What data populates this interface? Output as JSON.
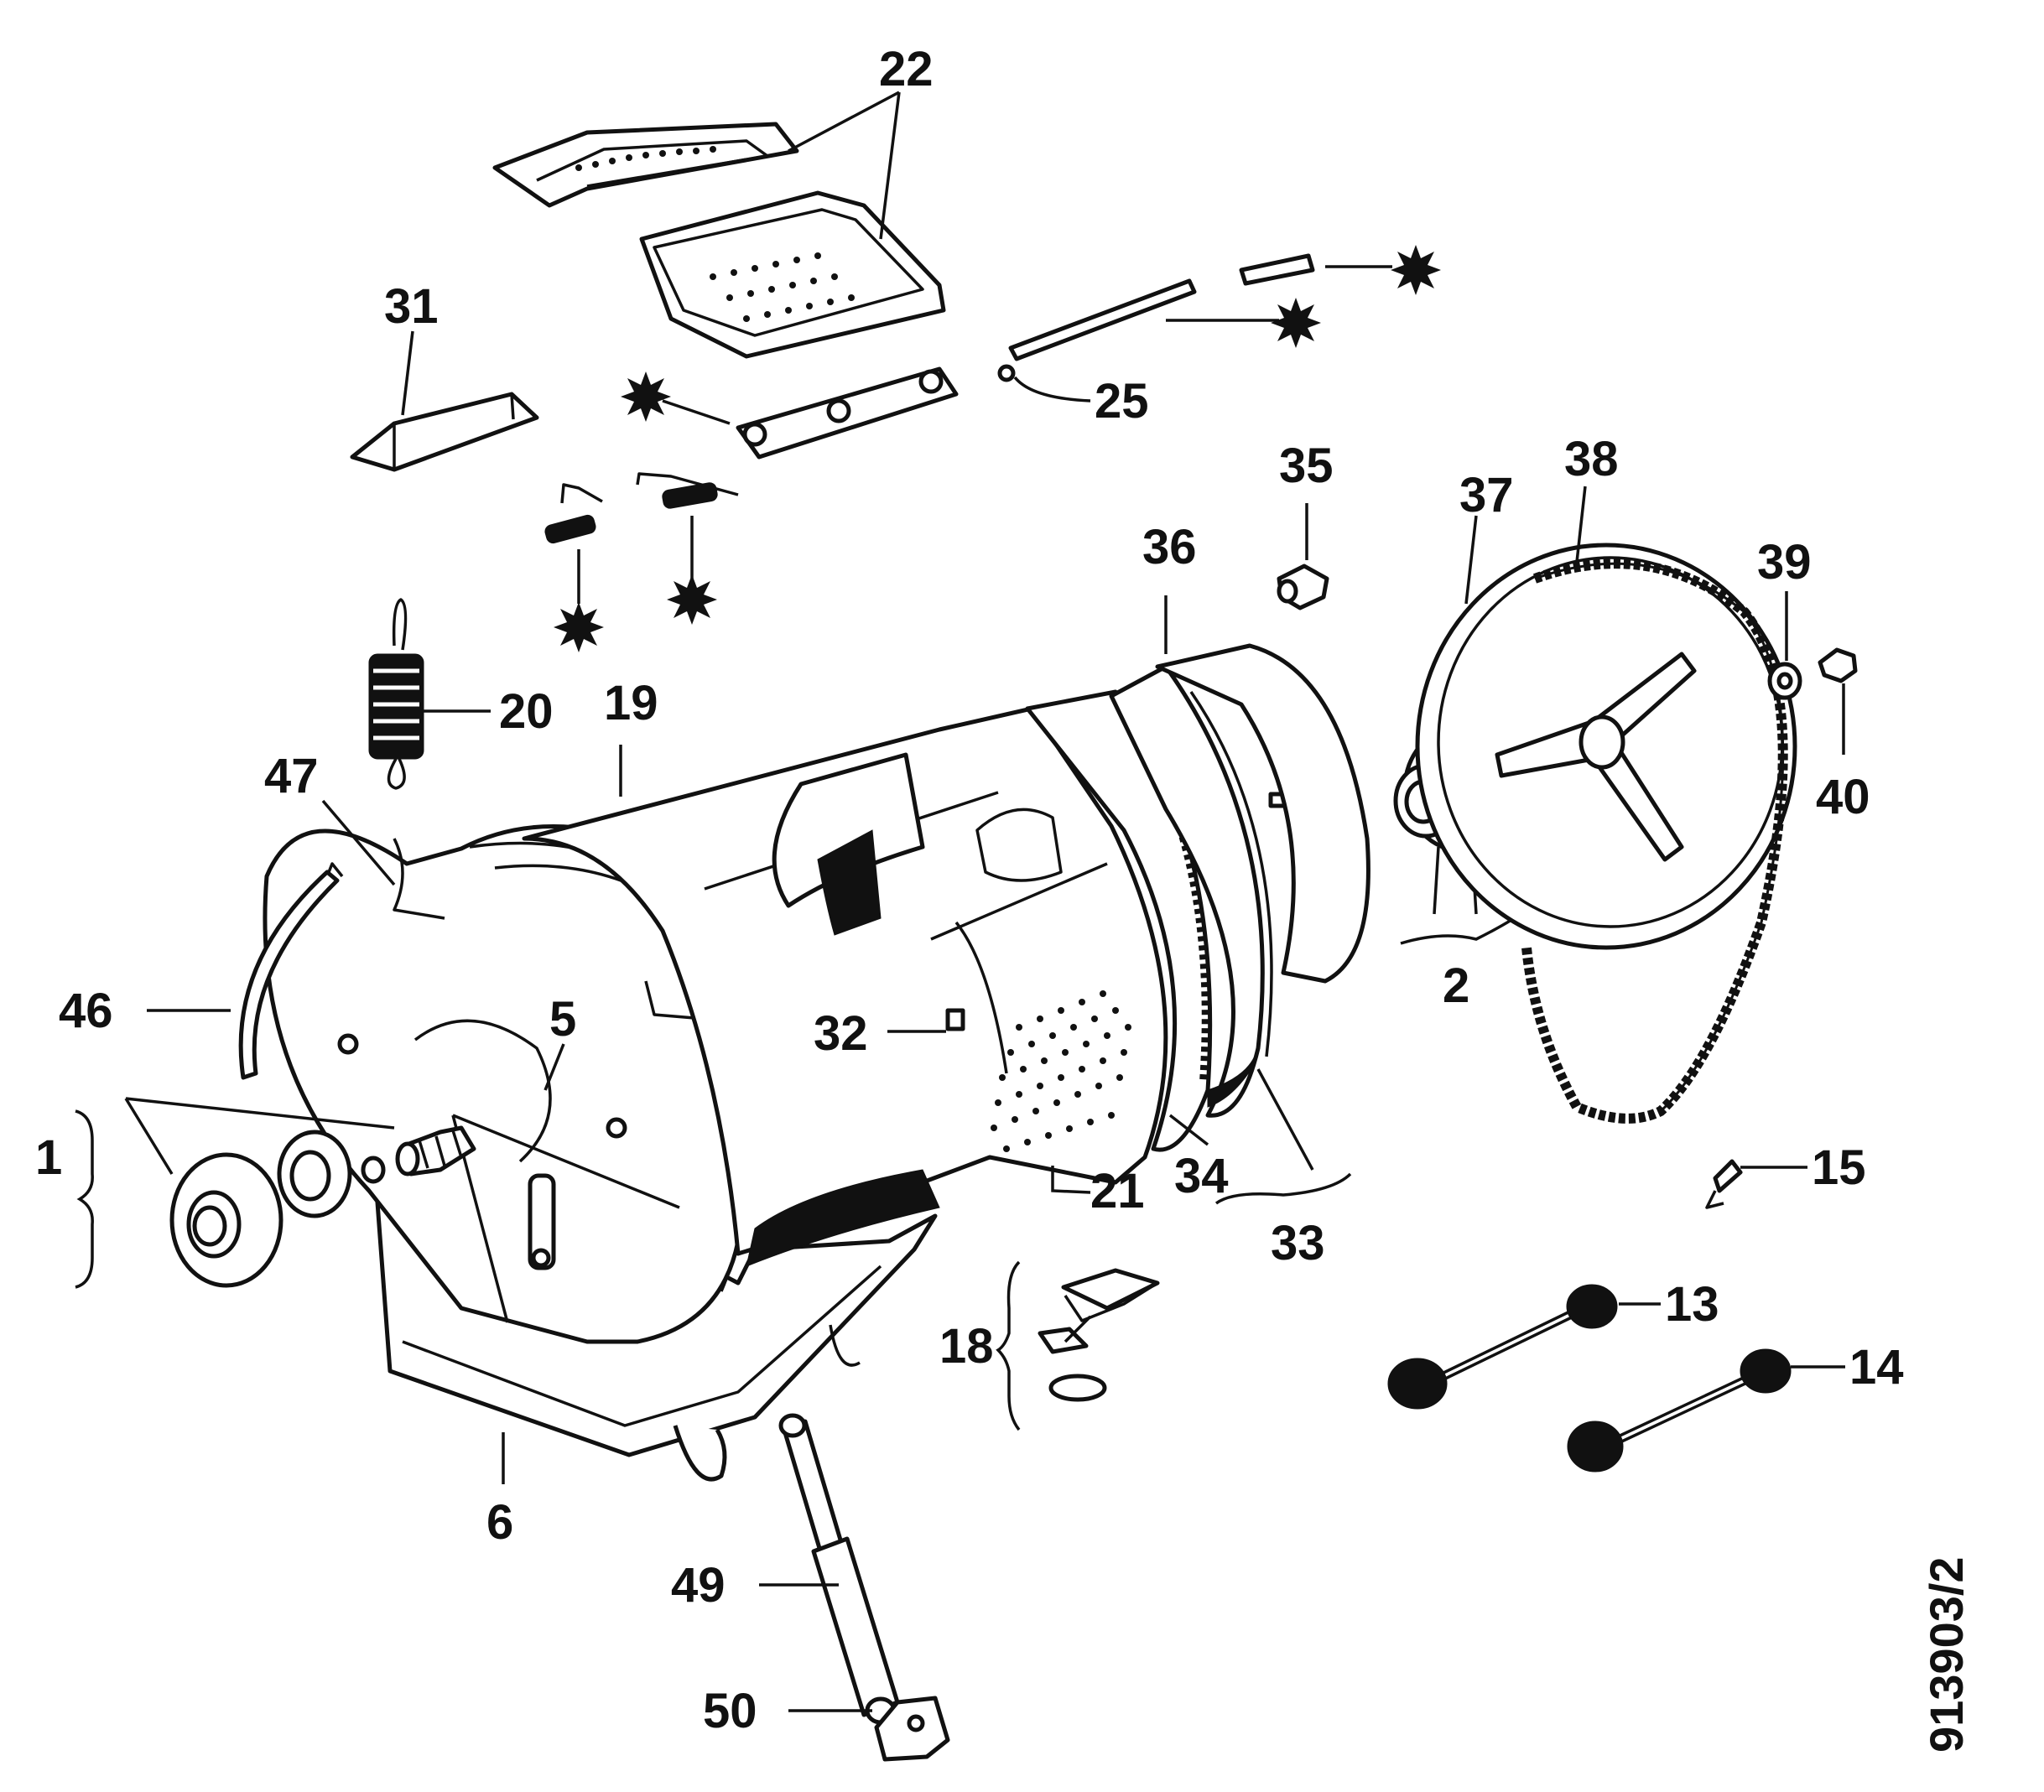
{
  "diagram": {
    "reference_code": "913903/2",
    "callouts": [
      {
        "id": "1",
        "text": "1"
      },
      {
        "id": "2",
        "text": "2"
      },
      {
        "id": "5",
        "text": "5"
      },
      {
        "id": "6",
        "text": "6"
      },
      {
        "id": "13",
        "text": "13"
      },
      {
        "id": "14",
        "text": "14"
      },
      {
        "id": "15",
        "text": "15"
      },
      {
        "id": "18",
        "text": "18"
      },
      {
        "id": "19",
        "text": "19"
      },
      {
        "id": "20",
        "text": "20"
      },
      {
        "id": "21",
        "text": "21"
      },
      {
        "id": "22",
        "text": "22"
      },
      {
        "id": "25",
        "text": "25"
      },
      {
        "id": "31",
        "text": "31"
      },
      {
        "id": "32",
        "text": "32"
      },
      {
        "id": "33",
        "text": "33"
      },
      {
        "id": "34",
        "text": "34"
      },
      {
        "id": "35",
        "text": "35"
      },
      {
        "id": "36",
        "text": "36"
      },
      {
        "id": "37",
        "text": "37"
      },
      {
        "id": "38",
        "text": "38"
      },
      {
        "id": "39",
        "text": "39"
      },
      {
        "id": "40",
        "text": "40"
      },
      {
        "id": "46",
        "text": "46"
      },
      {
        "id": "47",
        "text": "47"
      },
      {
        "id": "49",
        "text": "49"
      },
      {
        "id": "50",
        "text": "50"
      }
    ]
  },
  "colors": {
    "ink": "#111111",
    "paper": "#ffffff"
  },
  "icons": {
    "marker": "asterisk-star-icon"
  }
}
